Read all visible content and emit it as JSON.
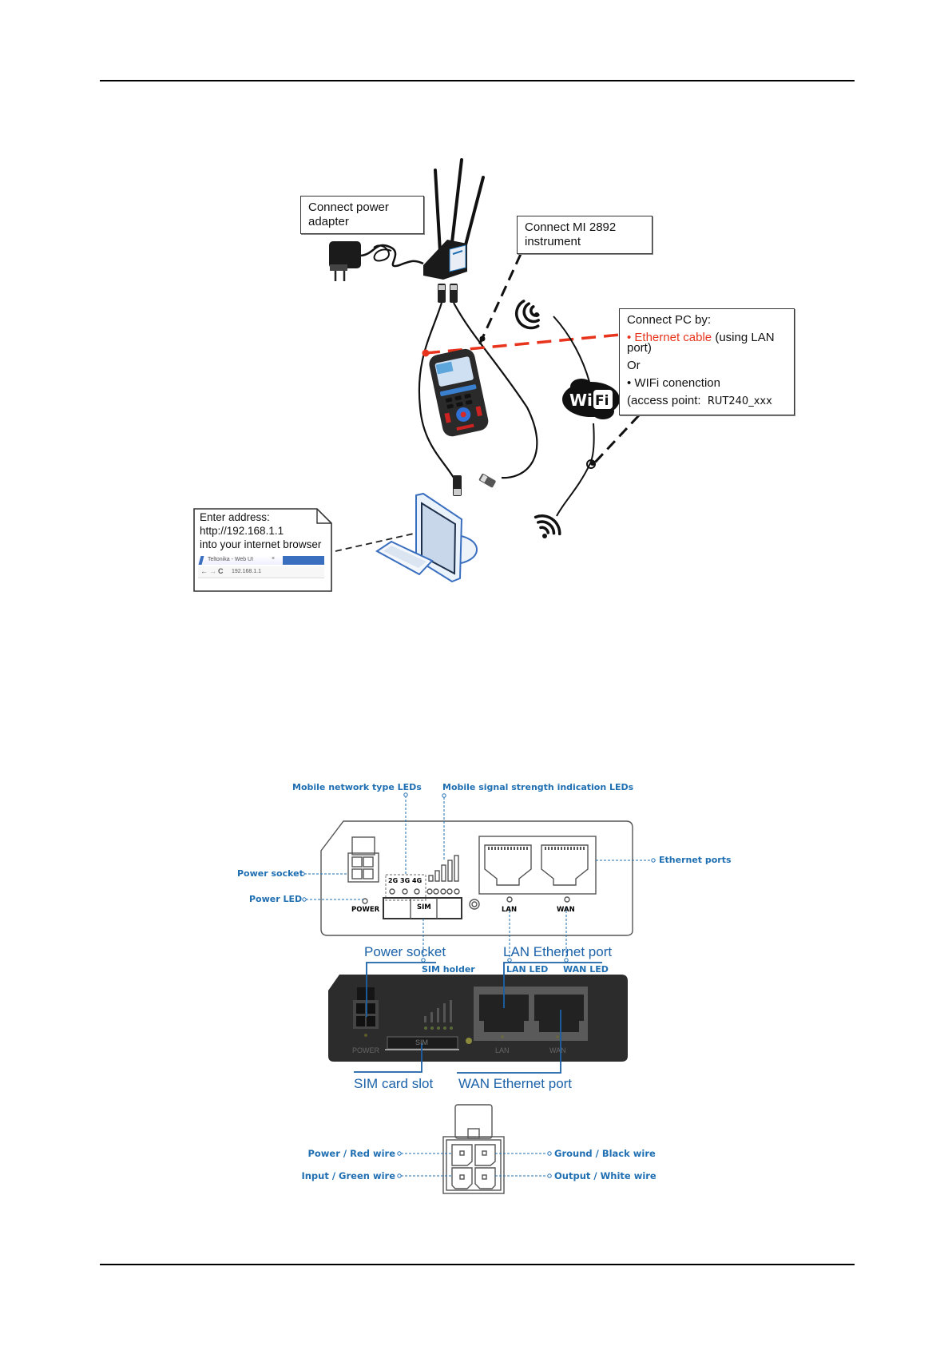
{
  "page": {
    "header_rule": true,
    "footer_rule": true
  },
  "setup_diagram": {
    "callouts": {
      "power": "Connect power\nadapter",
      "power_line1": "Connect power",
      "power_line2": "adapter",
      "instrument_line1": "Connect MI 2892",
      "instrument_line2": "instrument",
      "pc_title": "Connect PC by:",
      "pc_ethernet_bullet": "• Ethernet cable",
      "pc_ethernet_rest": " (using LAN",
      "pc_ethernet_port": "port)",
      "pc_or": "Or",
      "pc_wifi": "• WIFi conenction",
      "pc_access_point_label": "(access point:",
      "pc_access_point_value": "RUT240_xxx"
    },
    "address_note": {
      "line1": "Enter address:",
      "line2": "http://192.168.1.1",
      "line3": "into your internet browser",
      "browser_tab": "Teltonika - Web UI",
      "browser_tab_close": "×",
      "browser_url": "192.168.1.1"
    },
    "wifi_logo": {
      "left": "Wi",
      "right": "Fi"
    },
    "colors": {
      "ethernet_line": "#e8341c",
      "callout_border": "#333333"
    }
  },
  "front_panel_diagram": {
    "labels": {
      "network_type_leds": "Mobile network type LEDs",
      "signal_leds": "Mobile signal strength indication LEDs",
      "power_socket": "Power socket",
      "power_led": "Power LED",
      "ethernet_ports": "Ethernet ports",
      "sim_holder": "SIM holder",
      "lan_led": "LAN LED",
      "wan_led": "WAN LED"
    },
    "panel_text": {
      "g2": "2G",
      "g3": "3G",
      "g4": "4G",
      "power": "POWER",
      "sim": "SIM",
      "lan": "LAN",
      "wan": "WAN"
    }
  },
  "photo_diagram": {
    "labels": {
      "power_socket": "Power socket",
      "lan_port": "LAN Ethernet port",
      "sim_slot": "SIM card slot",
      "wan_port": "WAN Ethernet port"
    },
    "panel_text": {
      "power": "POWER",
      "sim": "SIM",
      "lan": "LAN",
      "wan": "WAN"
    }
  },
  "connector_diagram": {
    "labels": {
      "top_left": "Power / Red wire",
      "bottom_left": "Input / Green wire",
      "top_right": "Ground / Black wire",
      "bottom_right": "Output / White wire"
    }
  },
  "label_color": "#1f6fb2"
}
